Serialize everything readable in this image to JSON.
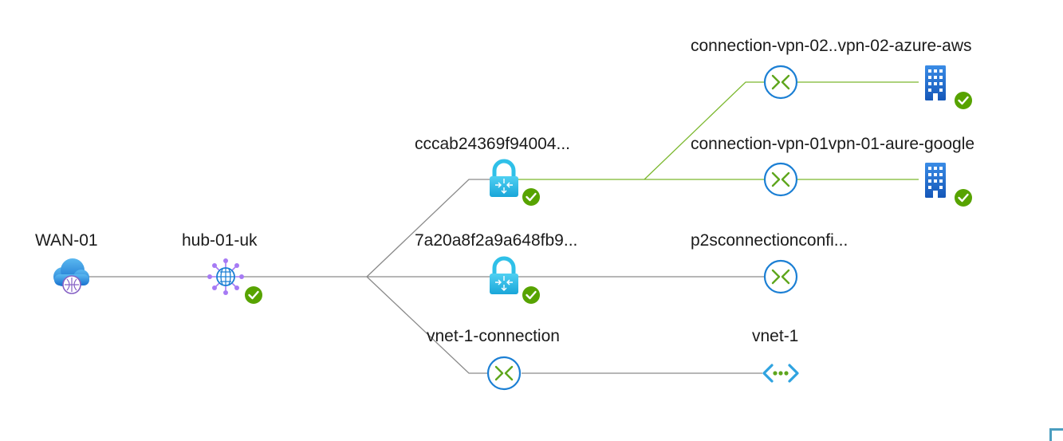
{
  "diagram": {
    "nodes": {
      "wan": {
        "label": "WAN-01",
        "icon": "virtual-wan-cloud-icon"
      },
      "hub": {
        "label": "hub-01-uk",
        "icon": "virtual-hub-icon",
        "status": "succeeded"
      },
      "vpn_gateway": {
        "label": "cccab24369f94004...",
        "icon": "vpn-gateway-lock-icon",
        "status": "succeeded"
      },
      "p2s_gateway": {
        "label": "7a20a8f2a9a648fb9...",
        "icon": "p2s-gateway-lock-icon",
        "status": "succeeded"
      },
      "vnet_connection": {
        "label": "vnet-1-connection",
        "icon": "connection-icon"
      },
      "conn_vpn_02": {
        "label": "connection-vpn-02..vpn-02-azure-aws",
        "icon": "connection-icon"
      },
      "conn_vpn_01": {
        "label": "connection-vpn-01vpn-01-aure-google",
        "icon": "connection-icon"
      },
      "p2s_config": {
        "label": "p2sconnectionconfi...",
        "icon": "connection-icon"
      },
      "site_aws": {
        "label": "",
        "icon": "vpn-site-building-icon",
        "status": "succeeded"
      },
      "site_google": {
        "label": "",
        "icon": "vpn-site-building-icon",
        "status": "succeeded"
      },
      "vnet": {
        "label": "vnet-1",
        "icon": "virtual-network-icon"
      }
    },
    "colors": {
      "link_default": "#8a8a8a",
      "link_active": "#7cb82f",
      "status_ok": "#57a300",
      "connection_ring": "#1b7fd4",
      "connection_arrow": "#5ea61d",
      "gateway_lock": "#2fc0e8",
      "building": "#1f6fd0"
    }
  }
}
